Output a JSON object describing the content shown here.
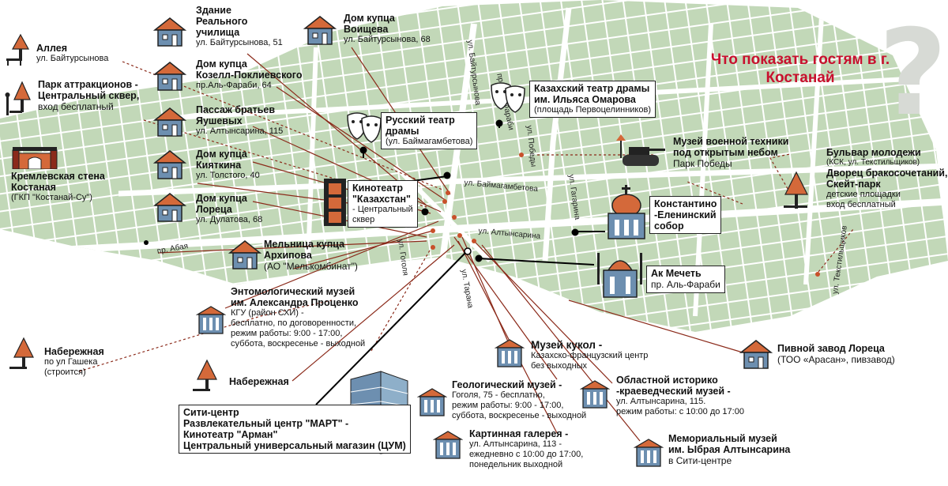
{
  "title": "Что показать гостям в г. Костанай",
  "streets": {
    "baytursynova": "ул. Байтурсынова",
    "al_farabi": "пр. Аль-Фараби",
    "pobedy": "ул. Победы",
    "baymagambetova": "ул. Баймагамбетова",
    "gagarina_v": "ул. Гагарина",
    "altynsarina": "ул. Алтынсарина",
    "abaya": "пр. Абая",
    "gogolya": "ул. Гоголя",
    "tarana": "ул. Тарана",
    "tekstilshchikov": "ул. Текстильщиков"
  },
  "places": {
    "alleya": {
      "name": "Аллея",
      "addr": "ул. Байтурсынова"
    },
    "park": {
      "name1": "Парк аттракционов -",
      "name2": "Центральный сквер,",
      "addr": "вход бесплатный"
    },
    "kreml": {
      "name1": "Кремлевская стена",
      "name2": "Костаная",
      "addr": "(ГКП \"Костанай-Су\")"
    },
    "realnoe": {
      "name1": "Здание",
      "name2": "Реального",
      "name3": "училища",
      "addr": "ул. Байтурсынова, 51"
    },
    "kozell": {
      "name1": "Дом купца",
      "name2": "Козелл-Поклиевского",
      "addr": "пр.Аль-Фараби, 64"
    },
    "yaushev": {
      "name1": "Пассаж братьев",
      "name2": "Яушевых",
      "addr": "ул. Алтынсарина, 115"
    },
    "kiyatkin": {
      "name1": "Дом купца",
      "name2": "Кияткина",
      "addr": "ул. Толстого, 40"
    },
    "lorets_house": {
      "name1": "Дом купца",
      "name2": "Лореца",
      "addr": "ул. Дулатова, 68"
    },
    "voishchev": {
      "name1": "Дом купца",
      "name2": "Воищева",
      "addr": "ул. Байтурсынова, 68"
    },
    "russian_theatre": {
      "name1": "Русский театр",
      "name2": "драмы",
      "addr": "(ул. Баймагамбетова)"
    },
    "kazakh_theatre": {
      "name1": "Казахский театр драмы",
      "name2": "им. Ильяса Омарова",
      "addr": "(площадь Первоцелинников)"
    },
    "kino_kz": {
      "name1": "Кинотеатр",
      "name2": "\"Казахстан\"",
      "addr1": "- Центральный",
      "addr2": "сквер"
    },
    "military": {
      "name1": "Музей военной техники",
      "name2": "под открытым небом",
      "addr": "Парк Победы"
    },
    "boulevard": {
      "name1": "Бульвар молодежи",
      "addr1": "(КСК, ул. Текстильщиков)",
      "name2": "Дворец бракосочетаний,",
      "name3": "Скейт-парк",
      "addr2": "детские площадки",
      "addr3": "вход бесплатный"
    },
    "cathedral": {
      "name1": "Константино",
      "name2": "-Еленинский",
      "name3": "собор"
    },
    "mosque": {
      "name": "Ак Мечеть",
      "addr": "пр. Аль-Фараби"
    },
    "mill": {
      "name1": "Мельница купца",
      "name2": "Архипова",
      "addr": "(АО \"Мелькомбинат\")"
    },
    "entomology": {
      "name1": "Энтомологический музей",
      "name2": "им. Александра Проценко",
      "line1": "КГУ (район СХИ) -",
      "line2": "бесплатно, по договоренности,",
      "line3": "режим работы: 9:00 - 17:00,",
      "line4": "суббота, воскресенье - выходной"
    },
    "naberezhnaya_gashek": {
      "name": "Набережная",
      "addr1": "по ул Гашека",
      "addr2": "(строится)"
    },
    "naberezhnaya": {
      "name": "Набережная"
    },
    "city_center": {
      "l1": "Сити-центр",
      "l2": "Развлекательный центр \"МАРТ\" -",
      "l3": "Кинотеатр \"Арман\"",
      "l4": "Центральный универсальный магазин (ЦУМ)"
    },
    "dolls": {
      "name": "Музей кукол -",
      "addr1": "Казахско-французский центр",
      "addr2": "без выходных"
    },
    "geology": {
      "name": "Геологический музей -",
      "line1": "Гоголя, 75 - бесплатно,",
      "line2": "режим работы: 9:00 - 17:00,",
      "line3": "суббота, воскресенье - выходной"
    },
    "gallery": {
      "name": "Картинная галерея -",
      "line1": "ул. Алтынсарина, 113 -",
      "line2": "ежедневно с 10:00 до 17:00,",
      "line3": "понедельник выходной"
    },
    "regional": {
      "name1": "Областной историко",
      "name2": "-краеведческий музей -",
      "line1": "ул. Алтынсарина, 115.",
      "line2": "режим работы: с 10:00 до 17:00"
    },
    "memorial": {
      "name1": "Мемориальный музей",
      "name2": "им. Ыбрая Алтынсарина",
      "addr": "в Сити-центре"
    },
    "brewery": {
      "name": "Пивной завод Лореца",
      "addr": "(ТОО «Арасан», пивзавод)"
    }
  },
  "colors": {
    "land": "#c2d8b8",
    "road": "#ffffff",
    "accent": "#c8102e",
    "leader": "#8b2a1a",
    "roof": "#d4693a"
  },
  "icons": [
    "house-icon",
    "museum-icon",
    "theatre-masks-icon",
    "tree-bench-icon",
    "tank-icon",
    "church-icon",
    "mosque-icon",
    "film-icon",
    "office-building-icon",
    "gate-icon",
    "question-mark-icon"
  ]
}
